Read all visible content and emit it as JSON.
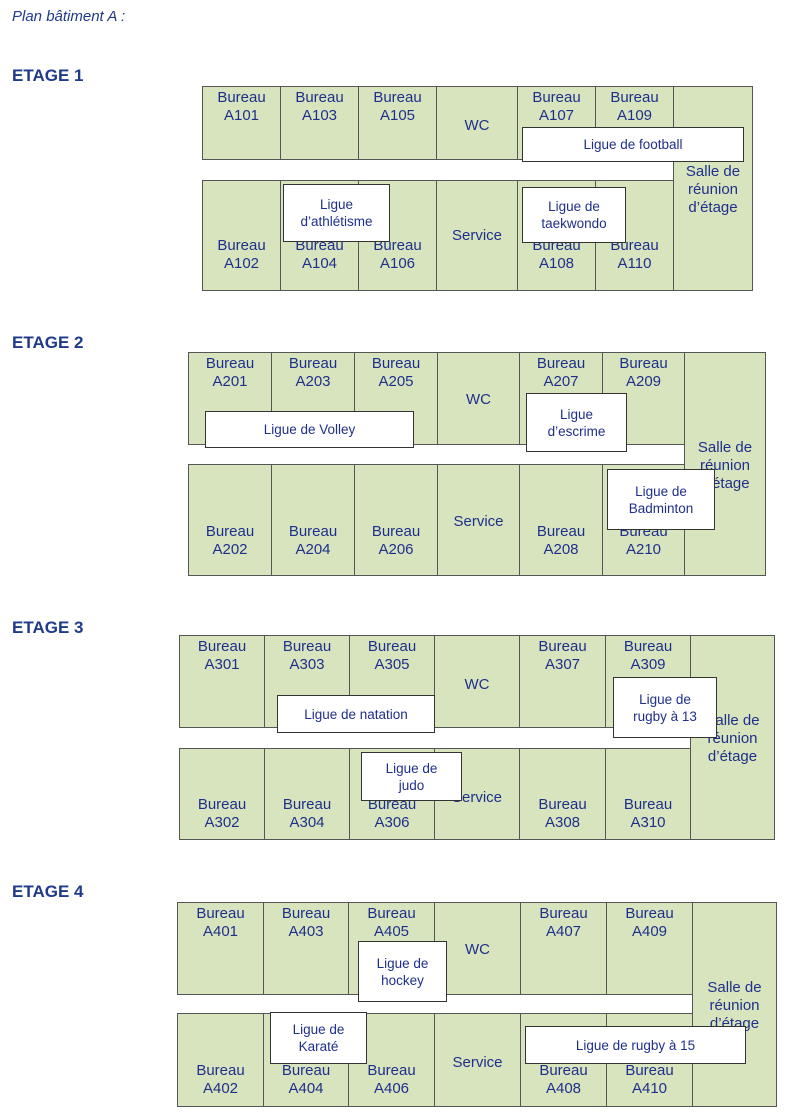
{
  "title": "Plan bâtiment A :",
  "floors": [
    {
      "label": "ETAGE 1",
      "rooms": {
        "r01": [
          "Bureau",
          "A101"
        ],
        "r03": [
          "Bureau",
          "A103"
        ],
        "r05": [
          "Bureau",
          "A105"
        ],
        "wc": [
          "WC"
        ],
        "r07": [
          "Bureau",
          "A107"
        ],
        "r09": [
          "Bureau",
          "A109"
        ],
        "r02": [
          "Bureau",
          "A102"
        ],
        "r04": [
          "Bureau",
          "A104"
        ],
        "r06": [
          "Bureau",
          "A106"
        ],
        "service": [
          "Service"
        ],
        "r08": [
          "Bureau",
          "A108"
        ],
        "r10": [
          "Bureau",
          "A110"
        ],
        "salle": [
          "Salle de",
          "réunion",
          "d’étage"
        ]
      },
      "overlays": [
        [
          "Ligue de football"
        ],
        [
          "Ligue",
          "d’athlétisme"
        ],
        [
          "Ligue de",
          "taekwondo"
        ]
      ]
    },
    {
      "label": "ETAGE 2",
      "rooms": {
        "r01": [
          "Bureau",
          "A201"
        ],
        "r03": [
          "Bureau",
          "A203"
        ],
        "r05": [
          "Bureau",
          "A205"
        ],
        "wc": [
          "WC"
        ],
        "r07": [
          "Bureau",
          "A207"
        ],
        "r09": [
          "Bureau",
          "A209"
        ],
        "r02": [
          "Bureau",
          "A202"
        ],
        "r04": [
          "Bureau",
          "A204"
        ],
        "r06": [
          "Bureau",
          "A206"
        ],
        "service": [
          "Service"
        ],
        "r08": [
          "Bureau",
          "A208"
        ],
        "r10": [
          "Bureau",
          "A210"
        ],
        "salle": [
          "Salle de",
          "réunion",
          "d’étage"
        ]
      },
      "overlays": [
        [
          "Ligue de Volley"
        ],
        [
          "Ligue",
          "d’escrime"
        ],
        [
          "Ligue de",
          "Badminton"
        ]
      ]
    },
    {
      "label": "ETAGE 3",
      "rooms": {
        "r01": [
          "Bureau",
          "A301"
        ],
        "r03": [
          "Bureau",
          "A303"
        ],
        "r05": [
          "Bureau",
          "A305"
        ],
        "wc": [
          "WC"
        ],
        "r07": [
          "Bureau",
          "A307"
        ],
        "r09": [
          "Bureau",
          "A309"
        ],
        "r02": [
          "Bureau",
          "A302"
        ],
        "r04": [
          "Bureau",
          "A304"
        ],
        "r06": [
          "Bureau",
          "A306"
        ],
        "service": [
          "Service"
        ],
        "r08": [
          "Bureau",
          "A308"
        ],
        "r10": [
          "Bureau",
          "A310"
        ],
        "salle": [
          "Salle de",
          "réunion",
          "d’étage"
        ]
      },
      "overlays": [
        [
          "Ligue de natation"
        ],
        [
          "Ligue de",
          "rugby à 13"
        ],
        [
          "Ligue de",
          "judo"
        ]
      ]
    },
    {
      "label": "ETAGE 4",
      "rooms": {
        "r01": [
          "Bureau",
          "A401"
        ],
        "r03": [
          "Bureau",
          "A403"
        ],
        "r05": [
          "Bureau",
          "A405"
        ],
        "wc": [
          "WC"
        ],
        "r07": [
          "Bureau",
          "A407"
        ],
        "r09": [
          "Bureau",
          "A409"
        ],
        "r02": [
          "Bureau",
          "A402"
        ],
        "r04": [
          "Bureau",
          "A404"
        ],
        "r06": [
          "Bureau",
          "A406"
        ],
        "service": [
          "Service"
        ],
        "r08": [
          "Bureau",
          "A408"
        ],
        "r10": [
          "Bureau",
          "A410"
        ],
        "salle": [
          "Salle de",
          "réunion",
          "d’étage"
        ]
      },
      "overlays": [
        [
          "Ligue de",
          "hockey"
        ],
        [
          "Ligue de",
          "Karaté"
        ],
        [
          "Ligue de rugby à 15"
        ]
      ]
    }
  ]
}
